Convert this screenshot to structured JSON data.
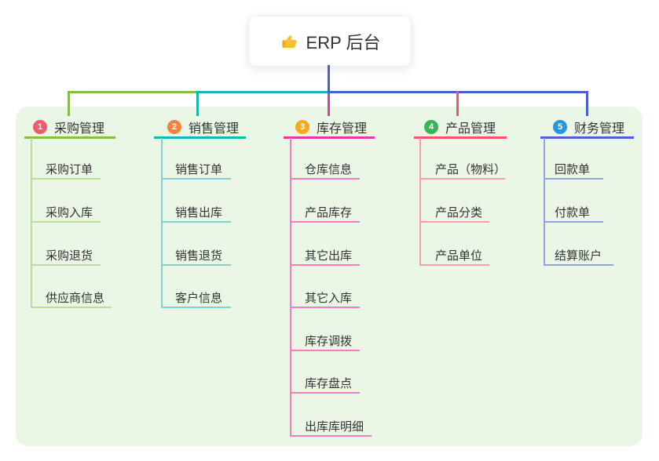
{
  "root": {
    "icon": "thumbs-up-icon",
    "label": "ERP 后台"
  },
  "colors": {
    "panel_bg": "#ebf7e6",
    "root_connector": "#4b5fd3",
    "text": "#333333"
  },
  "branches": [
    {
      "num": "1",
      "label": "采购管理",
      "badge_color": "#ee5b6c",
      "line_color": "#86bb4d",
      "child_line_color": "#bedc9b",
      "children": [
        "采购订单",
        "采购入库",
        "采购退货",
        "供应商信息"
      ]
    },
    {
      "num": "2",
      "label": "销售管理",
      "badge_color": "#f5823e",
      "line_color": "#19b5b1",
      "child_line_color": "#7fd2cf",
      "children": [
        "销售订单",
        "销售出库",
        "销售退货",
        "客户信息"
      ]
    },
    {
      "num": "3",
      "label": "库存管理",
      "badge_color": "#faa91d",
      "line_color": "#e23a9f",
      "child_line_color": "#ef7fc0",
      "children": [
        "仓库信息",
        "产品库存",
        "其它出库",
        "其它入库",
        "库存调拨",
        "库存盘点",
        "出库库明细"
      ]
    },
    {
      "num": "4",
      "label": "产品管理",
      "badge_color": "#36b757",
      "line_color": "#f25668",
      "child_line_color": "#f79fa9",
      "children": [
        "产品（物料）",
        "产品分类",
        "产品单位"
      ]
    },
    {
      "num": "5",
      "label": "财务管理",
      "badge_color": "#2396df",
      "line_color": "#4b5fd3",
      "child_line_color": "#92a5de",
      "children": [
        "回款单",
        "付款单",
        "结算账户"
      ]
    }
  ]
}
